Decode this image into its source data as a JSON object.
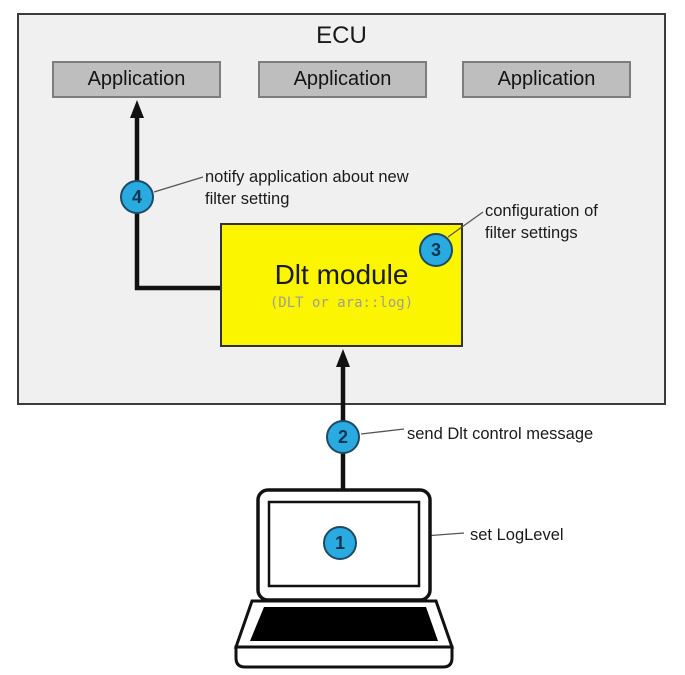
{
  "diagram": {
    "ecu": {
      "title": "ECU"
    },
    "applications": [
      {
        "label": "Application"
      },
      {
        "label": "Application"
      },
      {
        "label": "Application"
      }
    ],
    "dlt_module": {
      "title": "Dlt module",
      "subtitle": "(DLT or ara::log)"
    },
    "steps": [
      {
        "number": "1",
        "lines": [
          "set LogLevel"
        ]
      },
      {
        "number": "2",
        "lines": [
          "send Dlt control message"
        ]
      },
      {
        "number": "3",
        "lines": [
          "configuration of",
          "filter settings"
        ]
      },
      {
        "number": "4",
        "lines": [
          "notify application about new",
          "filter setting"
        ]
      }
    ],
    "colors": {
      "ecu_fill": "#f0f0f0",
      "application_fill": "#bebebe",
      "dlt_module_fill": "#fcf500",
      "step_circle_fill": "#29abe2",
      "arrow": "#111111"
    }
  }
}
